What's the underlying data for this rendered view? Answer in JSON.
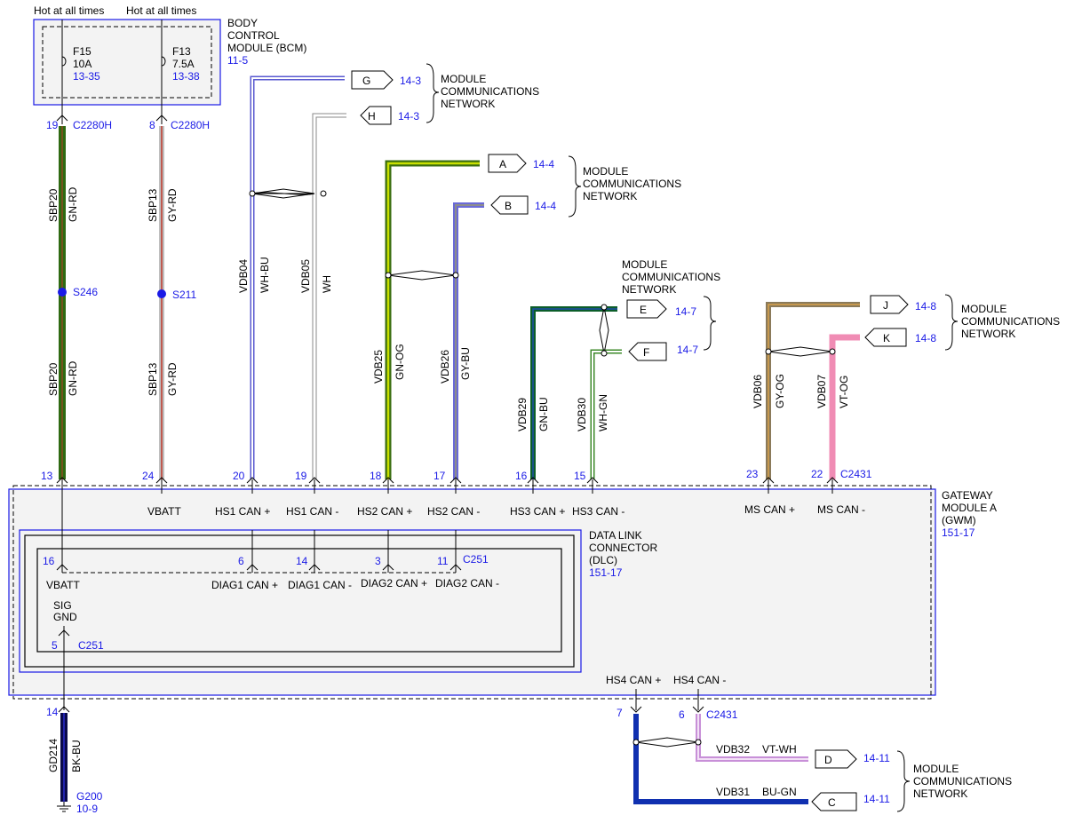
{
  "top_labels": {
    "left": "Hot at all times",
    "right": "Hot at all times"
  },
  "bcm": {
    "name_lines": [
      "BODY",
      "CONTROL",
      "MODULE (BCM)"
    ],
    "ref": "11-5",
    "fuses": [
      {
        "id": "F15",
        "amp": "10A",
        "ref": "13-35"
      },
      {
        "id": "F13",
        "amp": "7.5A",
        "ref": "13-38"
      }
    ]
  },
  "module_net": [
    "MODULE",
    "COMMUNICATIONS",
    "NETWORK"
  ],
  "pins_top": [
    {
      "pin": "19",
      "conn": "C2280H"
    },
    {
      "pin": "8",
      "conn": "C2280H"
    }
  ],
  "splices": [
    "S246",
    "S211"
  ],
  "wires": {
    "sbp20": {
      "circuit": "SBP20",
      "color": "GN-RD"
    },
    "sbp13": {
      "circuit": "SBP13",
      "color": "GY-RD"
    },
    "vdb04": {
      "circuit": "VDB04",
      "color": "WH-BU"
    },
    "vdb05": {
      "circuit": "VDB05",
      "color": "WH"
    },
    "vdb25": {
      "circuit": "VDB25",
      "color": "GN-OG"
    },
    "vdb26": {
      "circuit": "VDB26",
      "color": "GY-BU"
    },
    "vdb29": {
      "circuit": "VDB29",
      "color": "GN-BU"
    },
    "vdb30": {
      "circuit": "VDB30",
      "color": "WH-GN"
    },
    "vdb06": {
      "circuit": "VDB06",
      "color": "GY-OG"
    },
    "vdb07": {
      "circuit": "VDB07",
      "color": "VT-OG"
    },
    "vdb32": {
      "circuit": "VDB32",
      "color": "VT-WH"
    },
    "vdb31": {
      "circuit": "VDB31",
      "color": "BU-GN"
    },
    "gd214": {
      "circuit": "GD214",
      "color": "BK-BU"
    }
  },
  "connectors": {
    "G": {
      "letter": "G",
      "ref": "14-3"
    },
    "H": {
      "letter": "H",
      "ref": "14-3"
    },
    "A": {
      "letter": "A",
      "ref": "14-4"
    },
    "B": {
      "letter": "B",
      "ref": "14-4"
    },
    "E": {
      "letter": "E",
      "ref": "14-7"
    },
    "F": {
      "letter": "F",
      "ref": "14-7"
    },
    "J": {
      "letter": "J",
      "ref": "14-8"
    },
    "K": {
      "letter": "K",
      "ref": "14-8"
    },
    "D": {
      "letter": "D",
      "ref": "14-11"
    },
    "C": {
      "letter": "C",
      "ref": "14-11"
    }
  },
  "gwm": {
    "name_lines": [
      "GATEWAY",
      "MODULE A",
      "(GWM)"
    ],
    "ref": "151-17",
    "pins": [
      "13",
      "24",
      "20",
      "19",
      "18",
      "17",
      "16",
      "15",
      "23",
      "22"
    ],
    "conn_top_right": "C2431",
    "labels": [
      "VBATT",
      "HS1 CAN +",
      "HS1 CAN -",
      "HS2 CAN +",
      "HS2 CAN -",
      "HS3 CAN +",
      "HS3 CAN -",
      "MS CAN +",
      "MS CAN -"
    ],
    "bottom_labels": [
      "HS4 CAN +",
      "HS4 CAN -"
    ],
    "bottom_pins": [
      "7",
      "6"
    ],
    "bottom_conn": "C2431",
    "ground_pin": "14"
  },
  "dlc": {
    "name_lines": [
      "DATA LINK",
      "CONNECTOR",
      "(DLC)"
    ],
    "ref": "151-17",
    "pins": [
      "16",
      "6",
      "14",
      "3",
      "11"
    ],
    "conn": "C251",
    "labels": [
      "VBATT",
      "DIAG1 CAN +",
      "DIAG1 CAN -",
      "DIAG2 CAN +",
      "DIAG2 CAN -"
    ],
    "sig_gnd_lines": [
      "SIG",
      "GND"
    ],
    "sig_pin": "5",
    "sig_conn": "C251"
  },
  "ground": {
    "id": "G200",
    "ref": "10-9"
  }
}
